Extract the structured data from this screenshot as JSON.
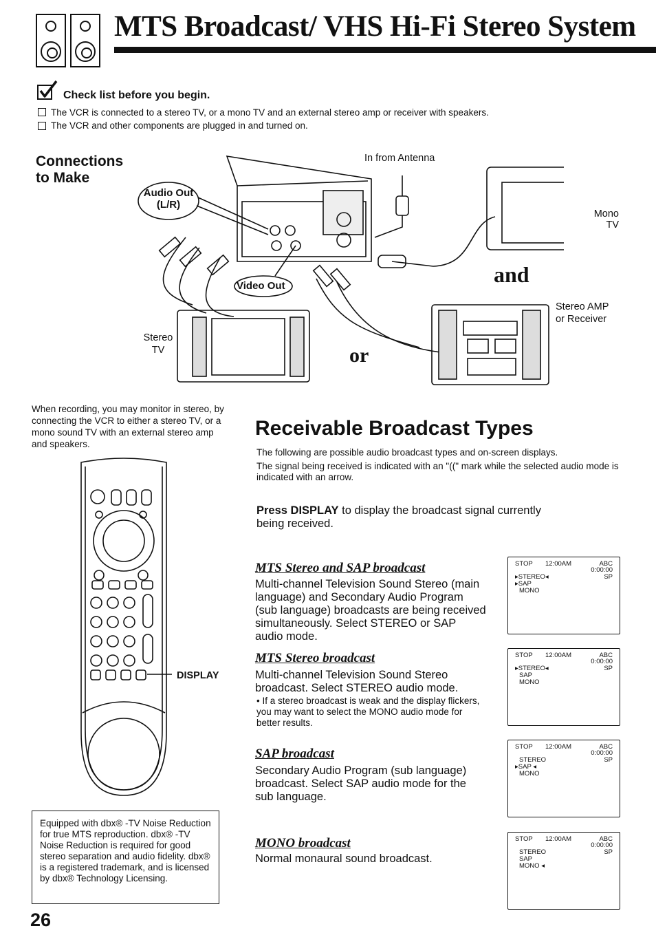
{
  "header": {
    "title": "MTS Broadcast/ VHS Hi-Fi Stereo System"
  },
  "checklist": {
    "heading": "Check list before you begin.",
    "items": [
      "The VCR is connected to a stereo TV, or a mono TV and an external stereo amp or receiver with speakers.",
      "The VCR and other components are plugged in and turned on."
    ]
  },
  "connections": {
    "heading_line1": "Connections",
    "heading_line2": "to Make",
    "audio_out_line1": "Audio Out",
    "audio_out_line2": "(L/R)",
    "video_out": "Video Out",
    "in_from_antenna": "In from Antenna",
    "mono_tv_line1": "Mono",
    "mono_tv_line2": "TV",
    "and": "and",
    "stereo_amp_line1": "Stereo AMP",
    "stereo_amp_line2": "or Receiver",
    "stereo_tv_line1": "Stereo",
    "stereo_tv_line2": "TV",
    "or": "or"
  },
  "monitor_note": "When recording, you may monitor in stereo, by connecting the VCR to either a stereo TV, or a mono sound TV with an external stereo amp and speakers.",
  "remote": {
    "display_label": "DISPLAY"
  },
  "receivable": {
    "heading": "Receivable Broadcast Types",
    "intro1": "The following are possible audio broadcast types and on-screen displays.",
    "intro2": "The signal being received is indicated with an \"((\" mark while the selected audio mode is indicated with an arrow.",
    "press_bold": "Press DISPLAY",
    "press_rest": " to display the broadcast signal currently being received."
  },
  "broadcasts": [
    {
      "title": "MTS Stereo and SAP broadcast",
      "desc": "Multi-channel Television Sound Stereo (main language) and Secondary Audio Program (sub language) broadcasts are being received simultaneously. Select STEREO or SAP audio mode."
    },
    {
      "title": "MTS Stereo broadcast",
      "desc": "Multi-channel Television Sound Stereo broadcast. Select STEREO audio mode.",
      "bullet": "If a stereo broadcast is weak and the display flickers, you may want to select the MONO audio mode for better results."
    },
    {
      "title": "SAP broadcast",
      "desc": "Secondary Audio Program (sub language) broadcast. Select SAP audio mode for the sub language."
    },
    {
      "title": "MONO broadcast",
      "desc": "Normal monaural sound broadcast."
    }
  ],
  "osd": [
    {
      "stop": "STOP",
      "time": "12:00AM",
      "ch": "ABC",
      "counter": "0:00:00",
      "speed": "SP",
      "l1": "▸STEREO◂",
      "l2": "▸SAP",
      "l3": "MONO"
    },
    {
      "stop": "STOP",
      "time": "12:00AM",
      "ch": "ABC",
      "counter": "0:00:00",
      "speed": "SP",
      "l1": "▸STEREO◂",
      "l2": "SAP",
      "l3": "MONO"
    },
    {
      "stop": "STOP",
      "time": "12:00AM",
      "ch": "ABC",
      "counter": "0:00:00",
      "speed": "SP",
      "l1": "STEREO",
      "l2": "▸SAP  ◂",
      "l3": "MONO"
    },
    {
      "stop": "STOP",
      "time": "12:00AM",
      "ch": "ABC",
      "counter": "0:00:00",
      "speed": "SP",
      "l1": "STEREO",
      "l2": "SAP",
      "l3": "MONO  ◂"
    }
  ],
  "dbx_note": "Equipped with dbx® -TV Noise Reduction for true MTS reproduction. dbx® -TV Noise Reduction is required for good stereo separation and audio fidelity. dbx® is a registered trademark, and is licensed by dbx® Technology Licensing.",
  "page_number": "26"
}
